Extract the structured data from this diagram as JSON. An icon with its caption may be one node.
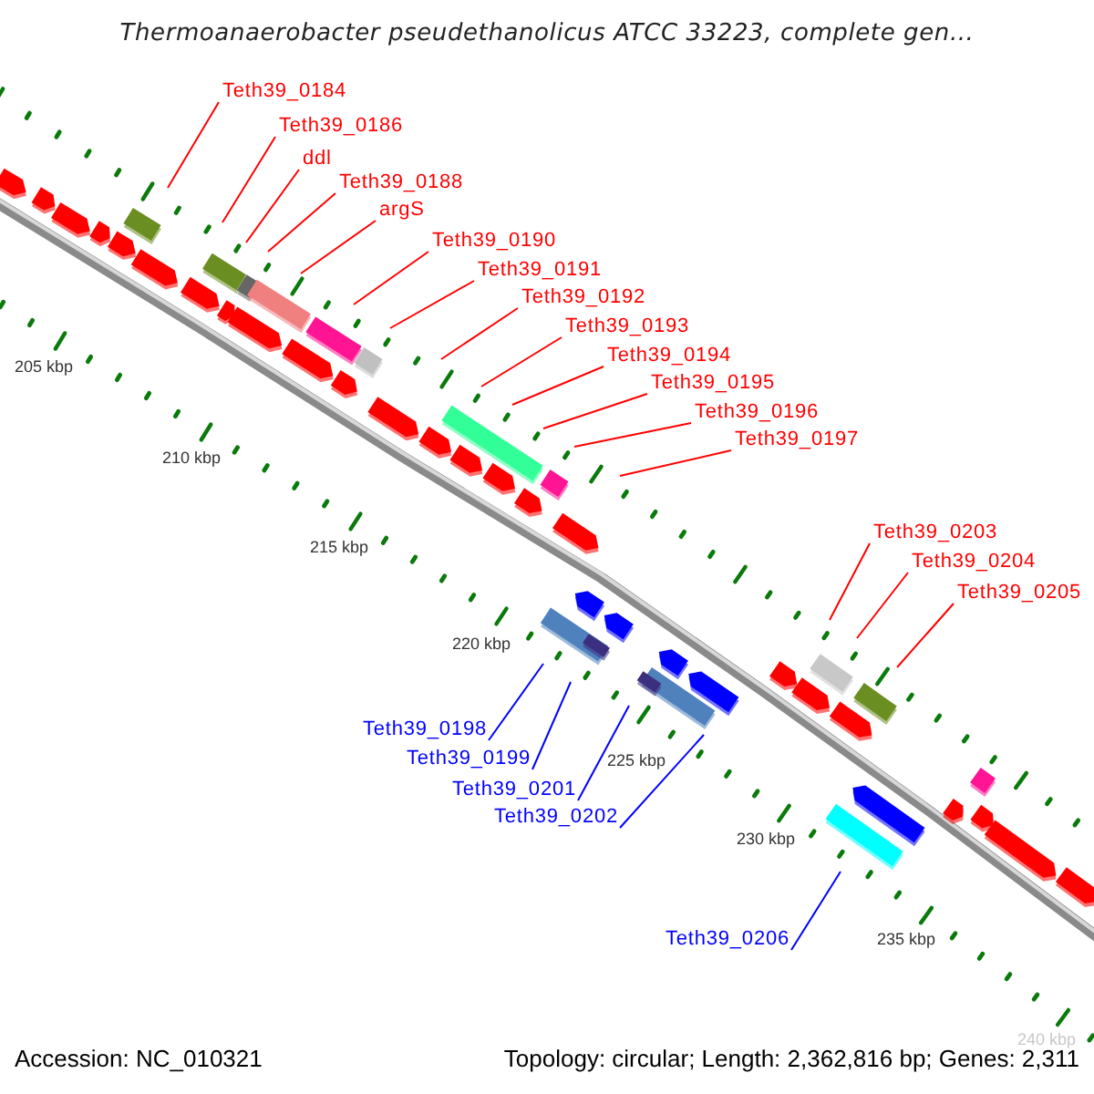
{
  "diagram": {
    "title": "Thermoanaerobacter pseudethanolicus ATCC 33223, complete gen...",
    "nodes": [
      {
        "text": [
          "Teth39_0184"
        ]
      },
      {
        "text": [
          "Teth39_0186"
        ]
      },
      {
        "text": [
          "ddl"
        ]
      },
      {
        "text": [
          "Teth39_0188"
        ]
      },
      {
        "text": [
          "argS"
        ]
      },
      {
        "text": [
          "Teth39_0190"
        ]
      },
      {
        "text": [
          "Teth39_0191"
        ]
      },
      {
        "text": [
          "Teth39_0192"
        ]
      },
      {
        "text": [
          "Teth39_0193"
        ]
      },
      {
        "text": [
          "Teth39_0194"
        ]
      },
      {
        "text": [
          "Teth39_0195"
        ]
      },
      {
        "text": [
          "Teth39_0196"
        ]
      },
      {
        "text": [
          "Teth39_0197"
        ]
      },
      {
        "text": [
          "Teth39_0203"
        ]
      },
      {
        "text": [
          "Teth39_0204"
        ]
      },
      {
        "text": [
          "Teth39_0205"
        ]
      },
      {
        "text": [
          "Teth39_0198"
        ]
      },
      {
        "text": [
          "Teth39_0199"
        ]
      },
      {
        "text": [
          "Teth39_0201"
        ]
      },
      {
        "text": [
          "Teth39_0202"
        ]
      },
      {
        "text": [
          "Teth39_0206"
        ]
      }
    ],
    "edges": [
      {
        "from": 0,
        "to": null,
        "arrow": "none"
      },
      {
        "from": 1,
        "to": null,
        "arrow": "none"
      },
      {
        "from": 2,
        "to": null,
        "arrow": "none"
      },
      {
        "from": 3,
        "to": null,
        "arrow": "none"
      },
      {
        "from": 4,
        "to": null,
        "arrow": "none"
      },
      {
        "from": 5,
        "to": null,
        "arrow": "none"
      },
      {
        "from": 6,
        "to": null,
        "arrow": "none"
      },
      {
        "from": 7,
        "to": null,
        "arrow": "none"
      },
      {
        "from": 8,
        "to": null,
        "arrow": "none"
      },
      {
        "from": 9,
        "to": null,
        "arrow": "none"
      },
      {
        "from": 10,
        "to": null,
        "arrow": "none"
      },
      {
        "from": 11,
        "to": null,
        "arrow": "none"
      },
      {
        "from": 12,
        "to": null,
        "arrow": "none"
      },
      {
        "from": 13,
        "to": null,
        "arrow": "none"
      },
      {
        "from": 14,
        "to": null,
        "arrow": "none"
      },
      {
        "from": 15,
        "to": null,
        "arrow": "none"
      },
      {
        "from": 16,
        "to": null,
        "arrow": "none",
        "color": "#0000ff"
      },
      {
        "from": 17,
        "to": null,
        "arrow": "none",
        "color": "#0000ff"
      },
      {
        "from": 18,
        "to": null,
        "arrow": "none",
        "color": "#0000ff"
      },
      {
        "from": 19,
        "to": null,
        "arrow": "none",
        "color": "#0000ff"
      },
      {
        "from": 20,
        "to": null,
        "arrow": "none",
        "color": "#0000ff"
      }
    ],
    "labels": [
      "205 kbp",
      "210 kbp",
      "215 kbp",
      "220 kbp",
      "225 kbp",
      "230 kbp",
      "235 kbp",
      "240 kbp",
      "Accession: NC_010321",
      "Topology: circular; Length: 2,362,816 bp; Genes: 2,311"
    ]
  }
}
